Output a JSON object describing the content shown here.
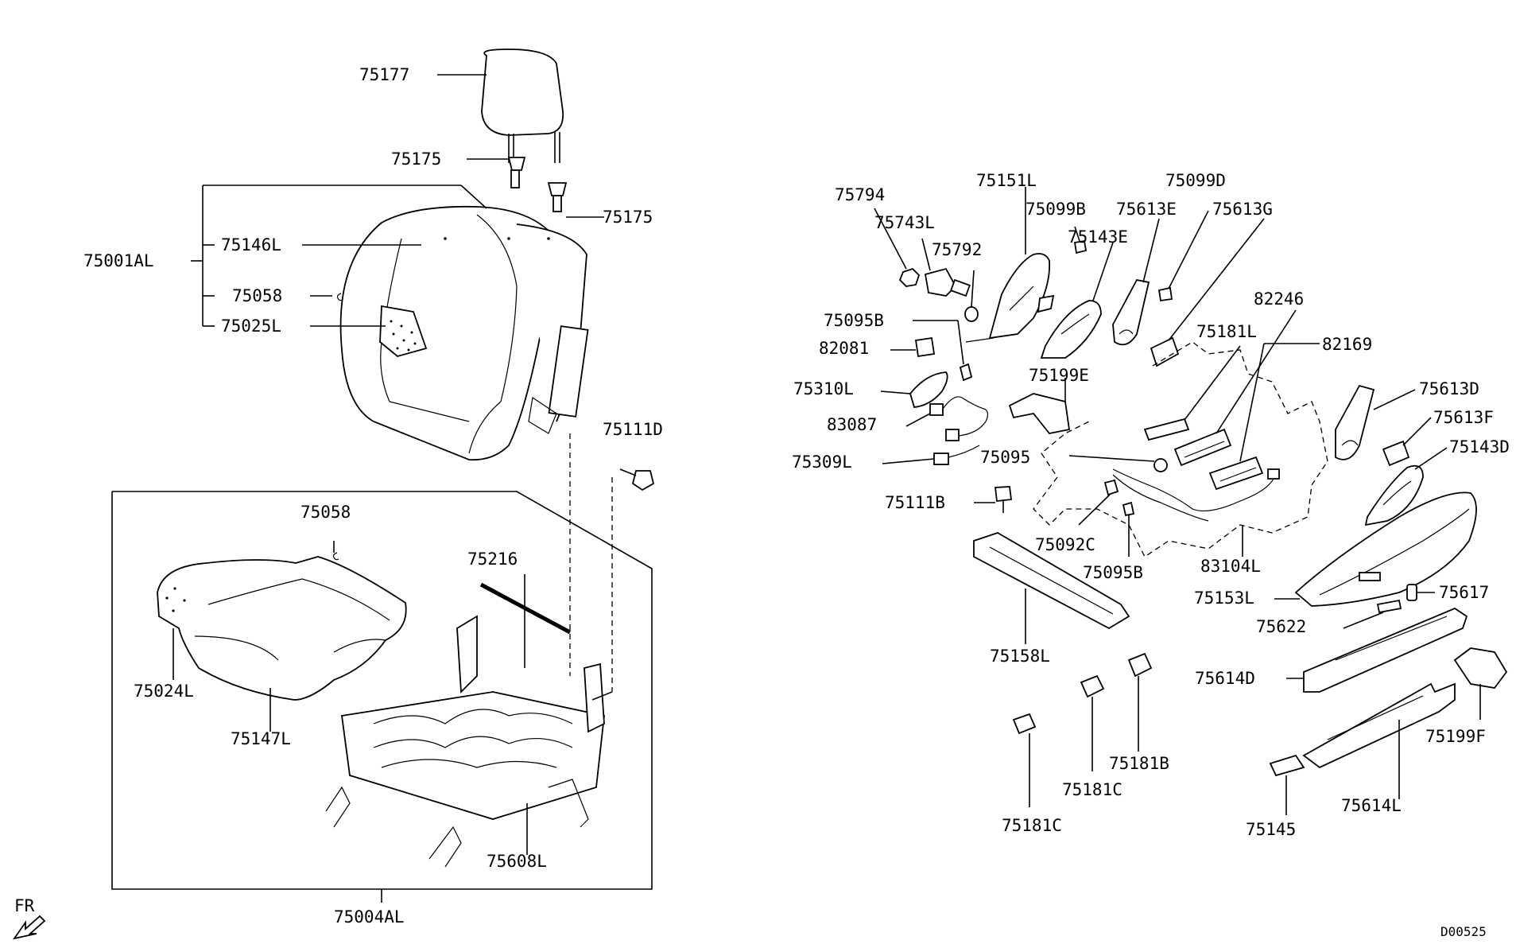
{
  "labels": {
    "p75177": "75177",
    "p75175a": "75175",
    "p75175b": "75175",
    "p75001al": "75001AL",
    "p75146l": "75146L",
    "p75058a": "75058",
    "p75025l": "75025L",
    "p75111d": "75111D",
    "p75058b": "75058",
    "p75216": "75216",
    "p75024l": "75024L",
    "p75147l": "75147L",
    "p75608l": "75608L",
    "p75004al": "75004AL",
    "p75794": "75794",
    "p75743l": "75743L",
    "p75792": "75792",
    "p75151l": "75151L",
    "p75099b": "75099B",
    "p75143e": "75143E",
    "p75613e": "75613E",
    "p75099d": "75099D",
    "p75613g": "75613G",
    "p75095b_top": "75095B",
    "p82081": "82081",
    "p75310l": "75310L",
    "p83087": "83087",
    "p75309l": "75309L",
    "p75199e": "75199E",
    "p75181l": "75181L",
    "p82246": "82246",
    "p82169": "82169",
    "p75095": "75095",
    "p75111b": "75111B",
    "p75092c": "75092C",
    "p75095b_bot": "75095B",
    "p83104l": "83104L",
    "p75613d": "75613D",
    "p75613f": "75613F",
    "p75143d": "75143D",
    "p75153l": "75153L",
    "p75617": "75617",
    "p75622": "75622",
    "p75158l": "75158L",
    "p75614d": "75614D",
    "p75199f": "75199F",
    "p75181b": "75181B",
    "p75181c_a": "75181C",
    "p75181c_b": "75181C",
    "p75614l": "75614L",
    "p75145": "75145",
    "fr": "FR",
    "doc_code": "D00525"
  }
}
